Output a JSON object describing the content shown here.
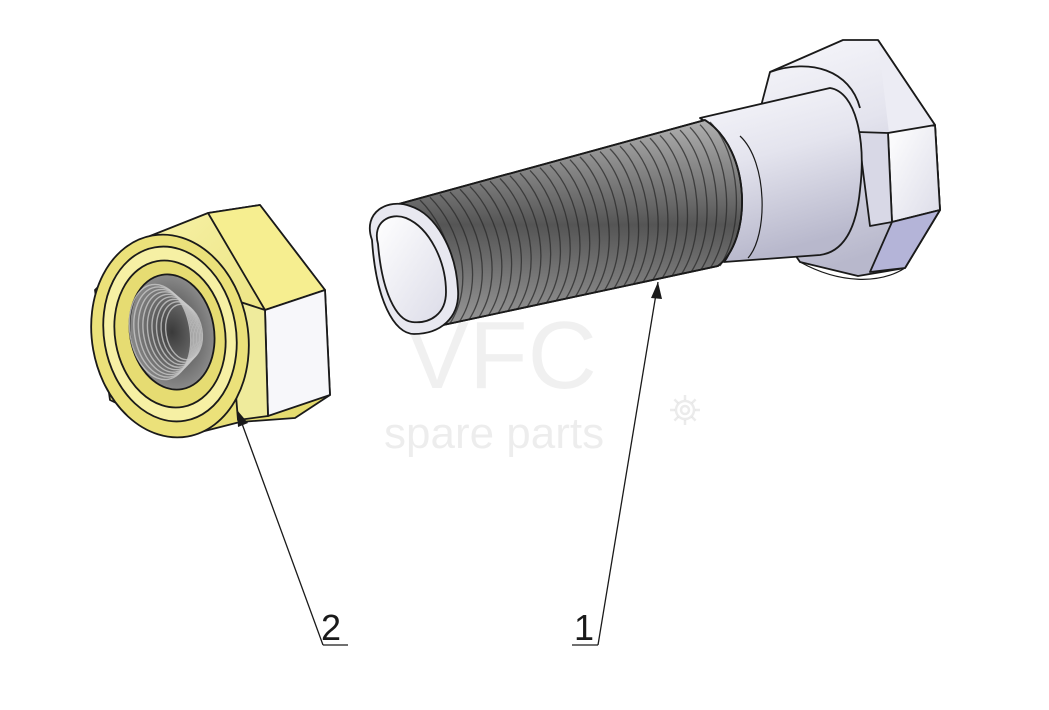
{
  "watermark": {
    "brand": "VFC",
    "tagline": "spare parts",
    "icon": "gear-icon"
  },
  "parts": [
    {
      "number": "1",
      "name": "bolt"
    },
    {
      "number": "2",
      "name": "lock-nut"
    }
  ],
  "colors": {
    "nut": "#f4ec86",
    "nut_dark": "#d8cc55",
    "bolt_light": "#f4f4fa",
    "bolt_shade": "#c6c6d6",
    "outline": "#1a1a1a",
    "thread": "#5a5a5a"
  }
}
